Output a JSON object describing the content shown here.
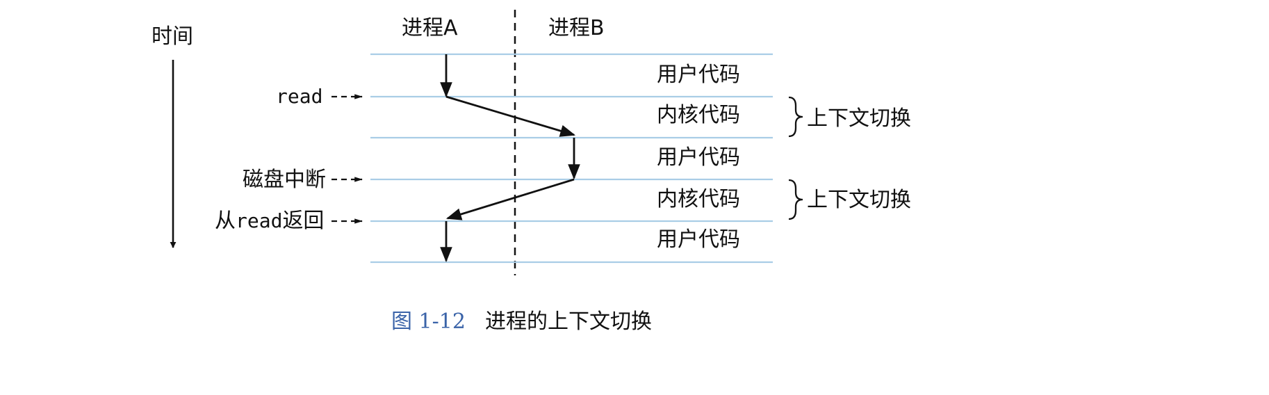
{
  "time_label": "时间",
  "process_a": "进程A",
  "process_b": "进程B",
  "events": {
    "read": "read",
    "disk_interrupt": "磁盘中断",
    "return_prefix": "从",
    "return_mono": "read",
    "return_suffix": "返回"
  },
  "segments": [
    "用户代码",
    "内核代码",
    "用户代码",
    "内核代码",
    "用户代码"
  ],
  "context_switch": [
    "上下文切换",
    "上下文切换"
  ],
  "caption": {
    "figure": "图 1-12",
    "title": "进程的上下文切换"
  },
  "colors": {
    "guide_line": "#a9cde6",
    "ink": "#111111",
    "caption_number": "#3a63a8"
  }
}
